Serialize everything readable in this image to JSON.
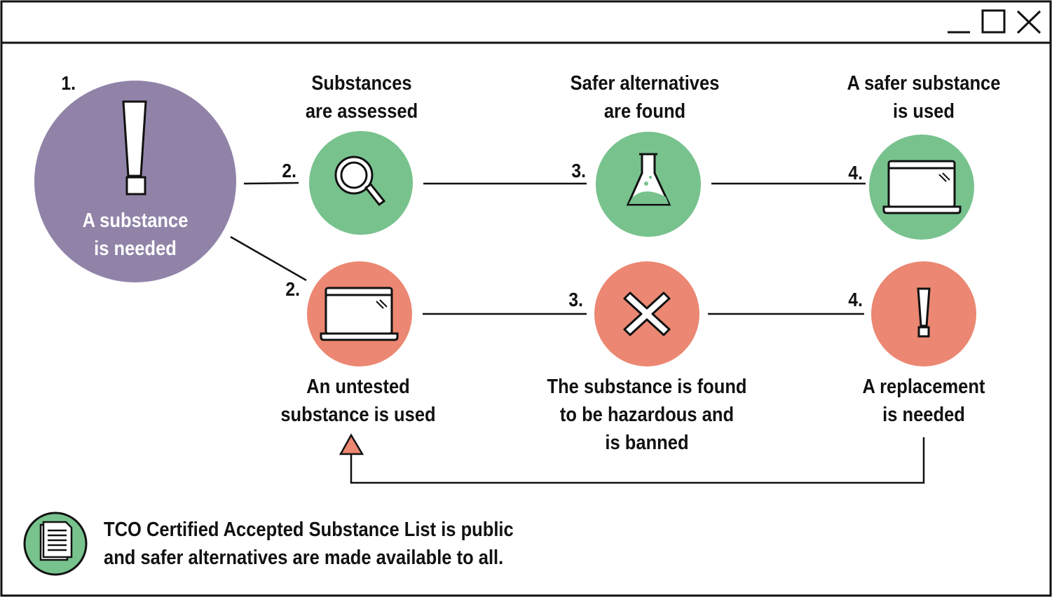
{
  "window": {
    "controls": [
      "minimize-icon",
      "maximize-icon",
      "close-icon"
    ]
  },
  "colors": {
    "purple": "#9183a8",
    "green": "#78c28e",
    "red": "#eb8772",
    "line": "#111111"
  },
  "start": {
    "number": "1.",
    "line1": "A substance",
    "line2": "is needed",
    "icon": "exclamation-icon"
  },
  "top_path": [
    {
      "number": "2.",
      "line1": "Substances",
      "line2": "are assessed",
      "icon": "magnifier-icon"
    },
    {
      "number": "3.",
      "line1": "Safer alternatives",
      "line2": "are found",
      "icon": "flask-icon"
    },
    {
      "number": "4.",
      "line1": "A safer substance",
      "line2": "is used",
      "icon": "laptop-icon"
    }
  ],
  "bottom_path": [
    {
      "number": "2.",
      "line1": "An untested",
      "line2": "substance is used",
      "icon": "laptop-icon"
    },
    {
      "number": "3.",
      "line1": "The substance is found",
      "line2": "to be hazardous and",
      "line3": "is banned",
      "icon": "cross-icon"
    },
    {
      "number": "4.",
      "line1": "A replacement",
      "line2": "is needed",
      "icon": "exclamation-icon"
    }
  ],
  "footer": {
    "icon": "document-icon",
    "line1": "TCO Certified Accepted Substance List is public",
    "line2": "and safer alternatives are made available to all."
  }
}
